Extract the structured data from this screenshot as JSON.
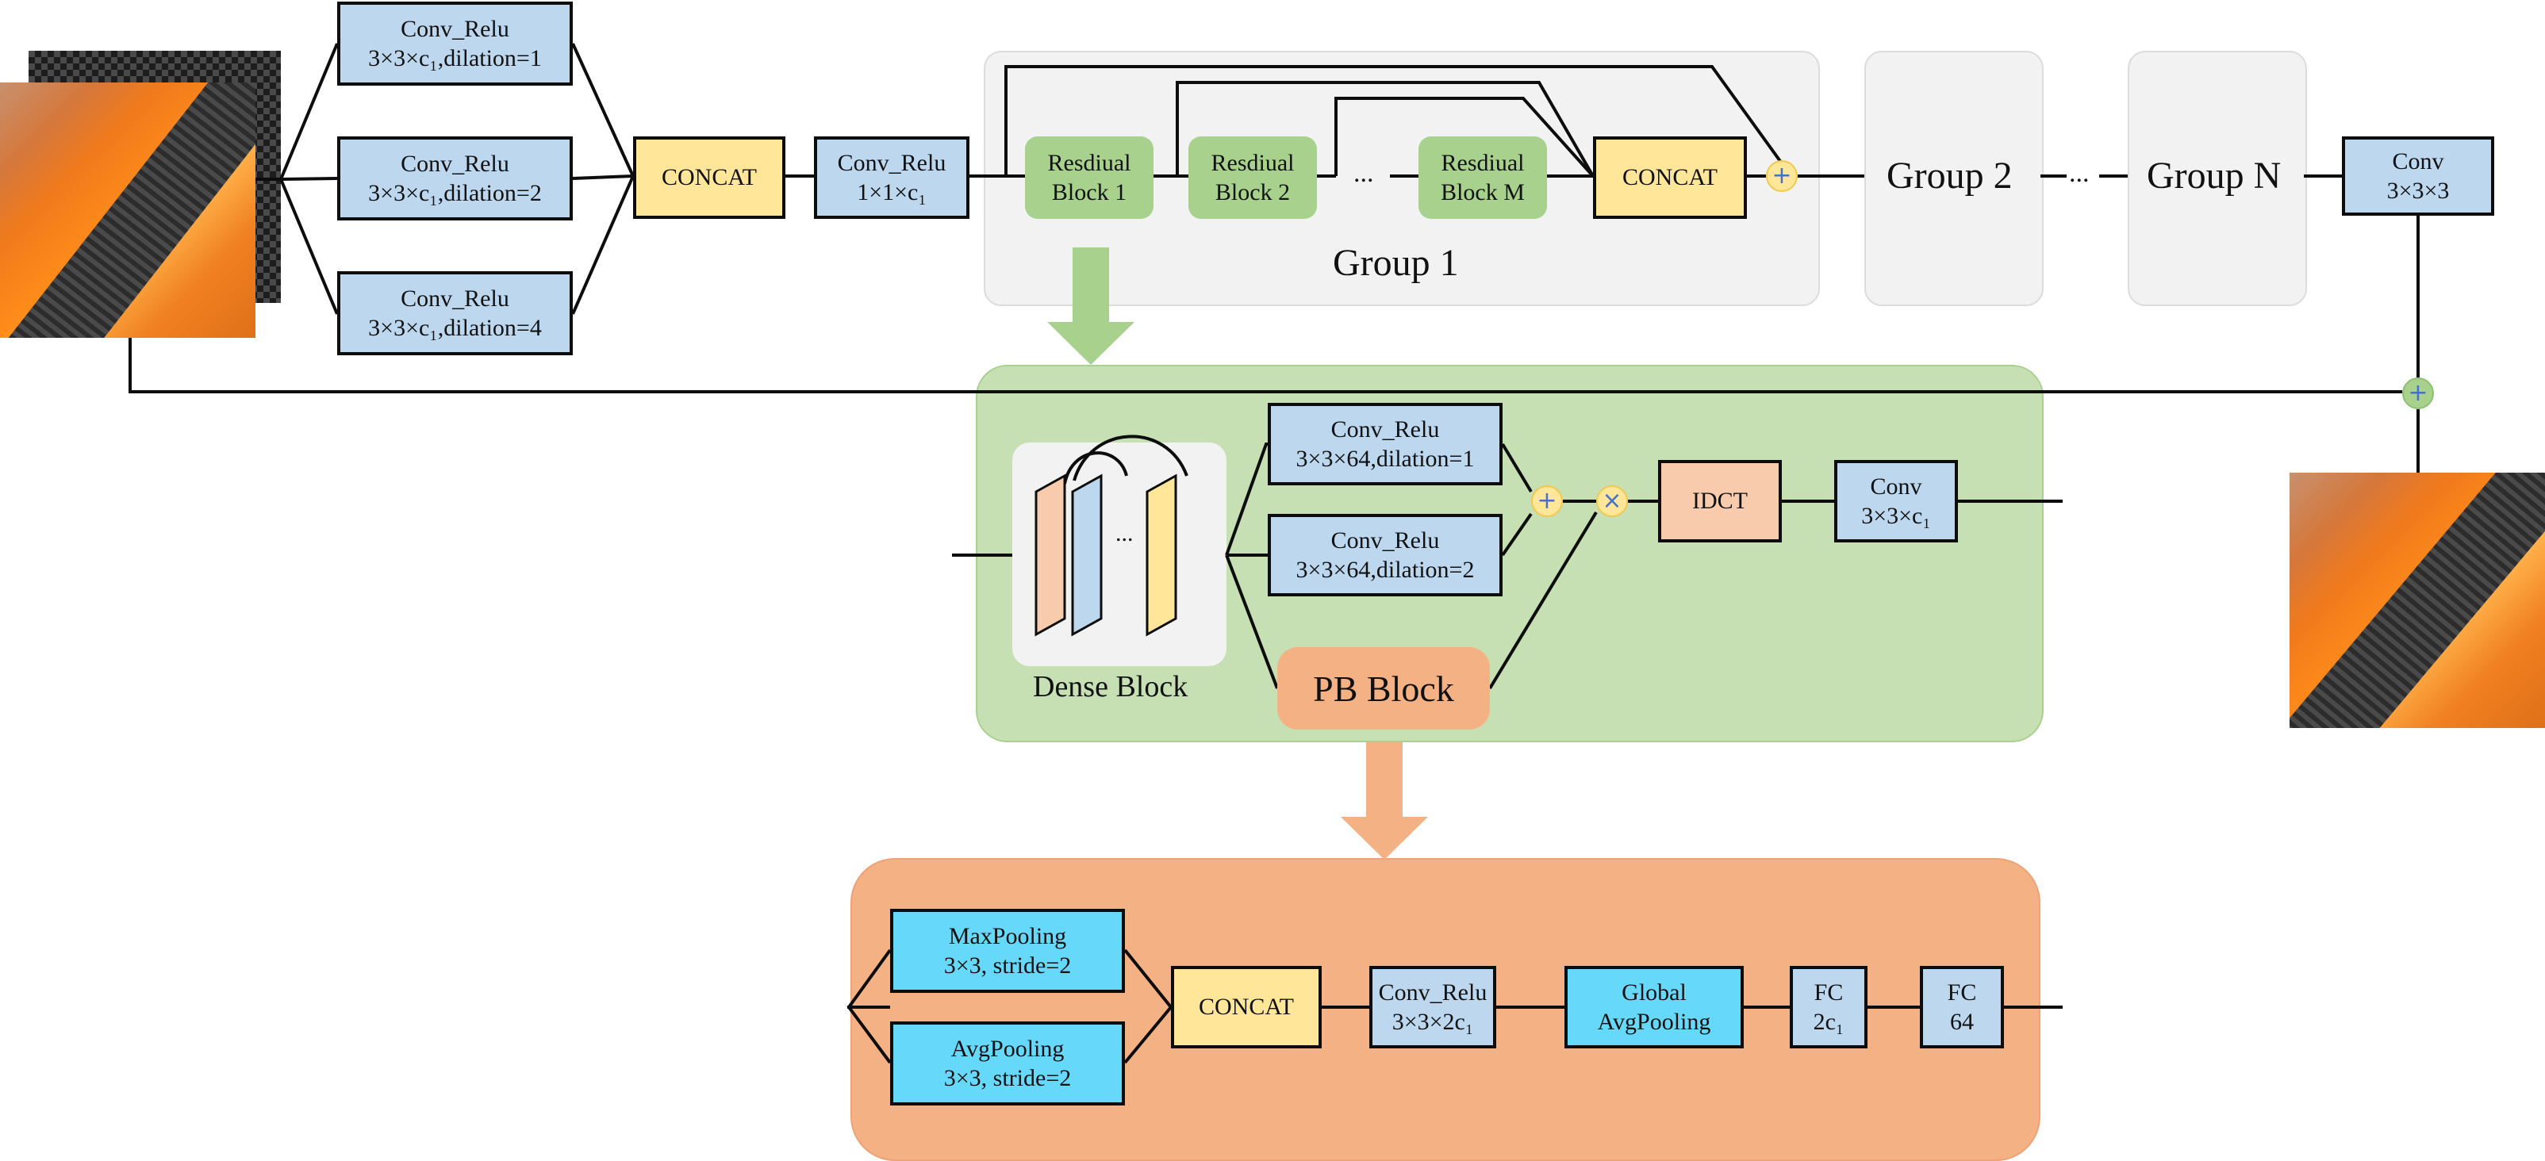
{
  "inputs": {
    "branch1": {
      "line1": "Conv_Relu",
      "line2": "3×3×c₁,dilation=1"
    },
    "branch2": {
      "line1": "Conv_Relu",
      "line2": "3×3×c₁,dilation=2"
    },
    "branch3": {
      "line1": "Conv_Relu",
      "line2": "3×3×c₁,dilation=4"
    },
    "concat": "CONCAT",
    "fuse": {
      "line1": "Conv_Relu",
      "line2": "1×1×c₁"
    }
  },
  "group1": {
    "label": "Group 1",
    "rb1": {
      "line1": "Resdiual",
      "line2": "Block 1"
    },
    "rb2": {
      "line1": "Resdiual",
      "line2": "Block 2"
    },
    "ellipsis": "...",
    "rbm": {
      "line1": "Resdiual",
      "line2": "Block M"
    },
    "concat": "CONCAT",
    "add": "+"
  },
  "groups": {
    "group2": "Group 2",
    "ellipsis": "...",
    "groupN": "Group N"
  },
  "output_conv": {
    "line1": "Conv",
    "line2": "3×3×3"
  },
  "global_add": "+",
  "residual_block": {
    "dense_label": "Dense Block",
    "dense_ellipsis": "...",
    "conv1": {
      "line1": "Conv_Relu",
      "line2": "3×3×64,dilation=1"
    },
    "conv2": {
      "line1": "Conv_Relu",
      "line2": "3×3×64,dilation=2"
    },
    "pb": "PB Block",
    "add": "+",
    "mul": "×",
    "idct": "IDCT",
    "conv": {
      "line1": "Conv",
      "line2": "3×3×c₁"
    }
  },
  "pb_block": {
    "maxpool": {
      "line1": "MaxPooling",
      "line2": "3×3, stride=2"
    },
    "avgpool": {
      "line1": "AvgPooling",
      "line2": "3×3, stride=2"
    },
    "concat": "CONCAT",
    "conv": {
      "line1": "Conv_Relu",
      "line2": "3×3×2c₁"
    },
    "gap": {
      "line1": "Global",
      "line2": "AvgPooling"
    },
    "fc1": {
      "line1": "FC",
      "line2": "2c₁"
    },
    "fc2": {
      "line1": "FC",
      "line2": "64"
    }
  },
  "colors": {
    "conv_box": "#bdd7ee",
    "concat_box": "#ffe699",
    "residual_block": "#a9d18e",
    "idct_box": "#f8cbad",
    "pooling_box": "#66d9fb",
    "group_panel": "#f2f2f2",
    "block_panel": "#c6e0b4",
    "pb_panel": "#f4b183"
  }
}
